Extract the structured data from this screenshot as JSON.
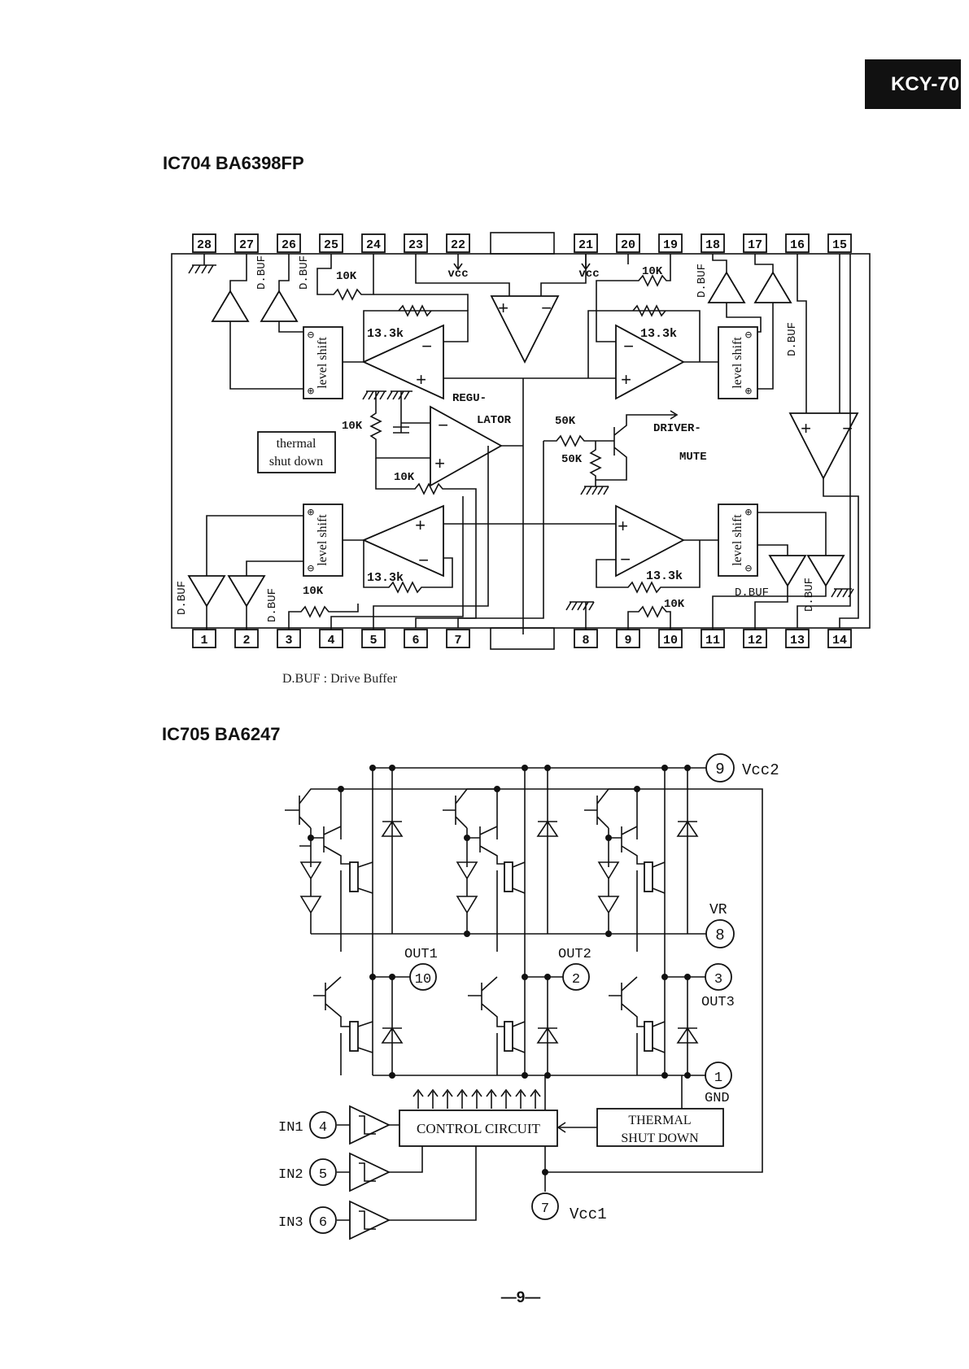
{
  "header": {
    "badge": "KCY-70"
  },
  "ic704": {
    "title": "IC704  BA6398FP",
    "top_pins": [
      "28",
      "27",
      "26",
      "25",
      "24",
      "23",
      "22",
      "21",
      "20",
      "19",
      "18",
      "17",
      "16",
      "15"
    ],
    "bottom_pins": [
      "1",
      "2",
      "3",
      "4",
      "5",
      "6",
      "7",
      "8",
      "9",
      "10",
      "11",
      "12",
      "13",
      "14"
    ],
    "labels": {
      "dbuf": "D.BUF",
      "res_10k": "10K",
      "res_13k": "13.3k",
      "res_50k": "50K",
      "vcc": "vcc",
      "level_shift": "level shift",
      "regulator_a": "REGU-",
      "regulator_b": "LATOR",
      "driver_a": "DRIVER-",
      "driver_b": "MUTE",
      "thermal_a": "thermal",
      "thermal_b": "shut down",
      "plus": "+",
      "minus": "−",
      "shift_plus": "⊕",
      "shift_minus": "⊖"
    },
    "note": "D.BUF  :  Drive Buffer"
  },
  "ic705": {
    "title": "IC705  BA6247",
    "pins": {
      "vcc2": {
        "num": "9",
        "label": "Vcc2"
      },
      "vr": {
        "num": "8",
        "label": "VR"
      },
      "out1": {
        "num": "10",
        "label": "OUT1"
      },
      "out2": {
        "num": "2",
        "label": "OUT2"
      },
      "out3": {
        "num": "3",
        "label": "OUT3"
      },
      "gnd": {
        "num": "1",
        "label": "GND"
      },
      "in1": {
        "num": "4",
        "label": "IN1"
      },
      "in2": {
        "num": "5",
        "label": "IN2"
      },
      "in3": {
        "num": "6",
        "label": "IN3"
      },
      "vcc1": {
        "num": "7",
        "label": "Vcc1"
      }
    },
    "control_circuit": "CONTROL CIRCUIT",
    "thermal_a": "THERMAL",
    "thermal_b": "SHUT DOWN"
  },
  "footer": {
    "page": "—9—"
  }
}
